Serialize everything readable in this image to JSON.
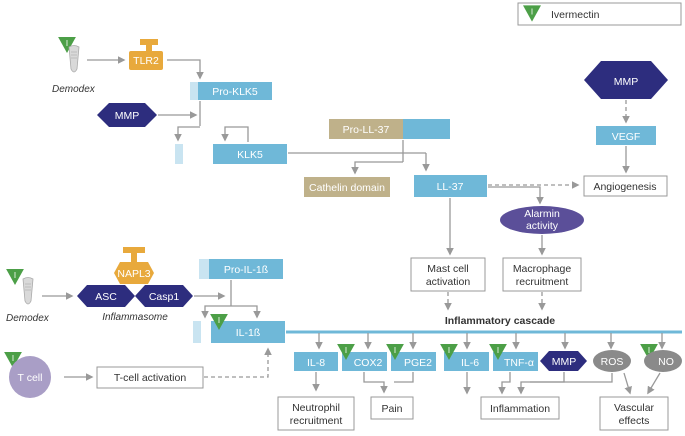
{
  "legend": {
    "label": "Ivermectin",
    "icon": "ivermectin-triangle-icon",
    "icon_glyph": "I"
  },
  "colors": {
    "blue": "#6fb8d8",
    "light_blue": "#c9e4f1",
    "navy": "#2d2d7e",
    "tan": "#bfb18a",
    "orange": "#e8a93c",
    "purple_grey": "#a99ec6",
    "green": "#4c9f47",
    "grey": "#8a8a8a"
  },
  "nodes": {
    "demodex_top": "Demodex",
    "tlr2": "TLR2",
    "pro_klk5": "Pro-KLK5",
    "mmp_left": "MMP",
    "klk5": "KLK5",
    "pro_ll37": "Pro-LL-37",
    "cathelin": "Cathelin domain",
    "ll37": "LL-37",
    "mmp_top": "MMP",
    "vegf": "VEGF",
    "angiogenesis": "Angiogenesis",
    "alarmin_l1": "Alarmin",
    "alarmin_l2": "activity",
    "mast_l1": "Mast cell",
    "mast_l2": "activation",
    "macro_l1": "Macrophage",
    "macro_l2": "recruitment",
    "napl3": "NAPL3",
    "asc": "ASC",
    "casp1": "Casp1",
    "inflammasome": "Inflammasome",
    "demodex_bottom": "Demodex",
    "pro_il1b": "Pro-IL-1ß",
    "il1b": "IL-1ß",
    "inflammatory_cascade": "Inflammatory cascade",
    "tcell": "T cell",
    "tcell_activation": "T-cell activation",
    "il8": "IL-8",
    "cox2": "COX2",
    "pge2": "PGE2",
    "il6": "IL-6",
    "tnfa": "TNF-α",
    "mmp_bottom": "MMP",
    "ros": "ROS",
    "no": "NO",
    "neutro_l1": "Neutrophil",
    "neutro_l2": "recruitment",
    "pain": "Pain",
    "inflammation": "Inflammation",
    "vascular_l1": "Vascular",
    "vascular_l2": "effects"
  }
}
